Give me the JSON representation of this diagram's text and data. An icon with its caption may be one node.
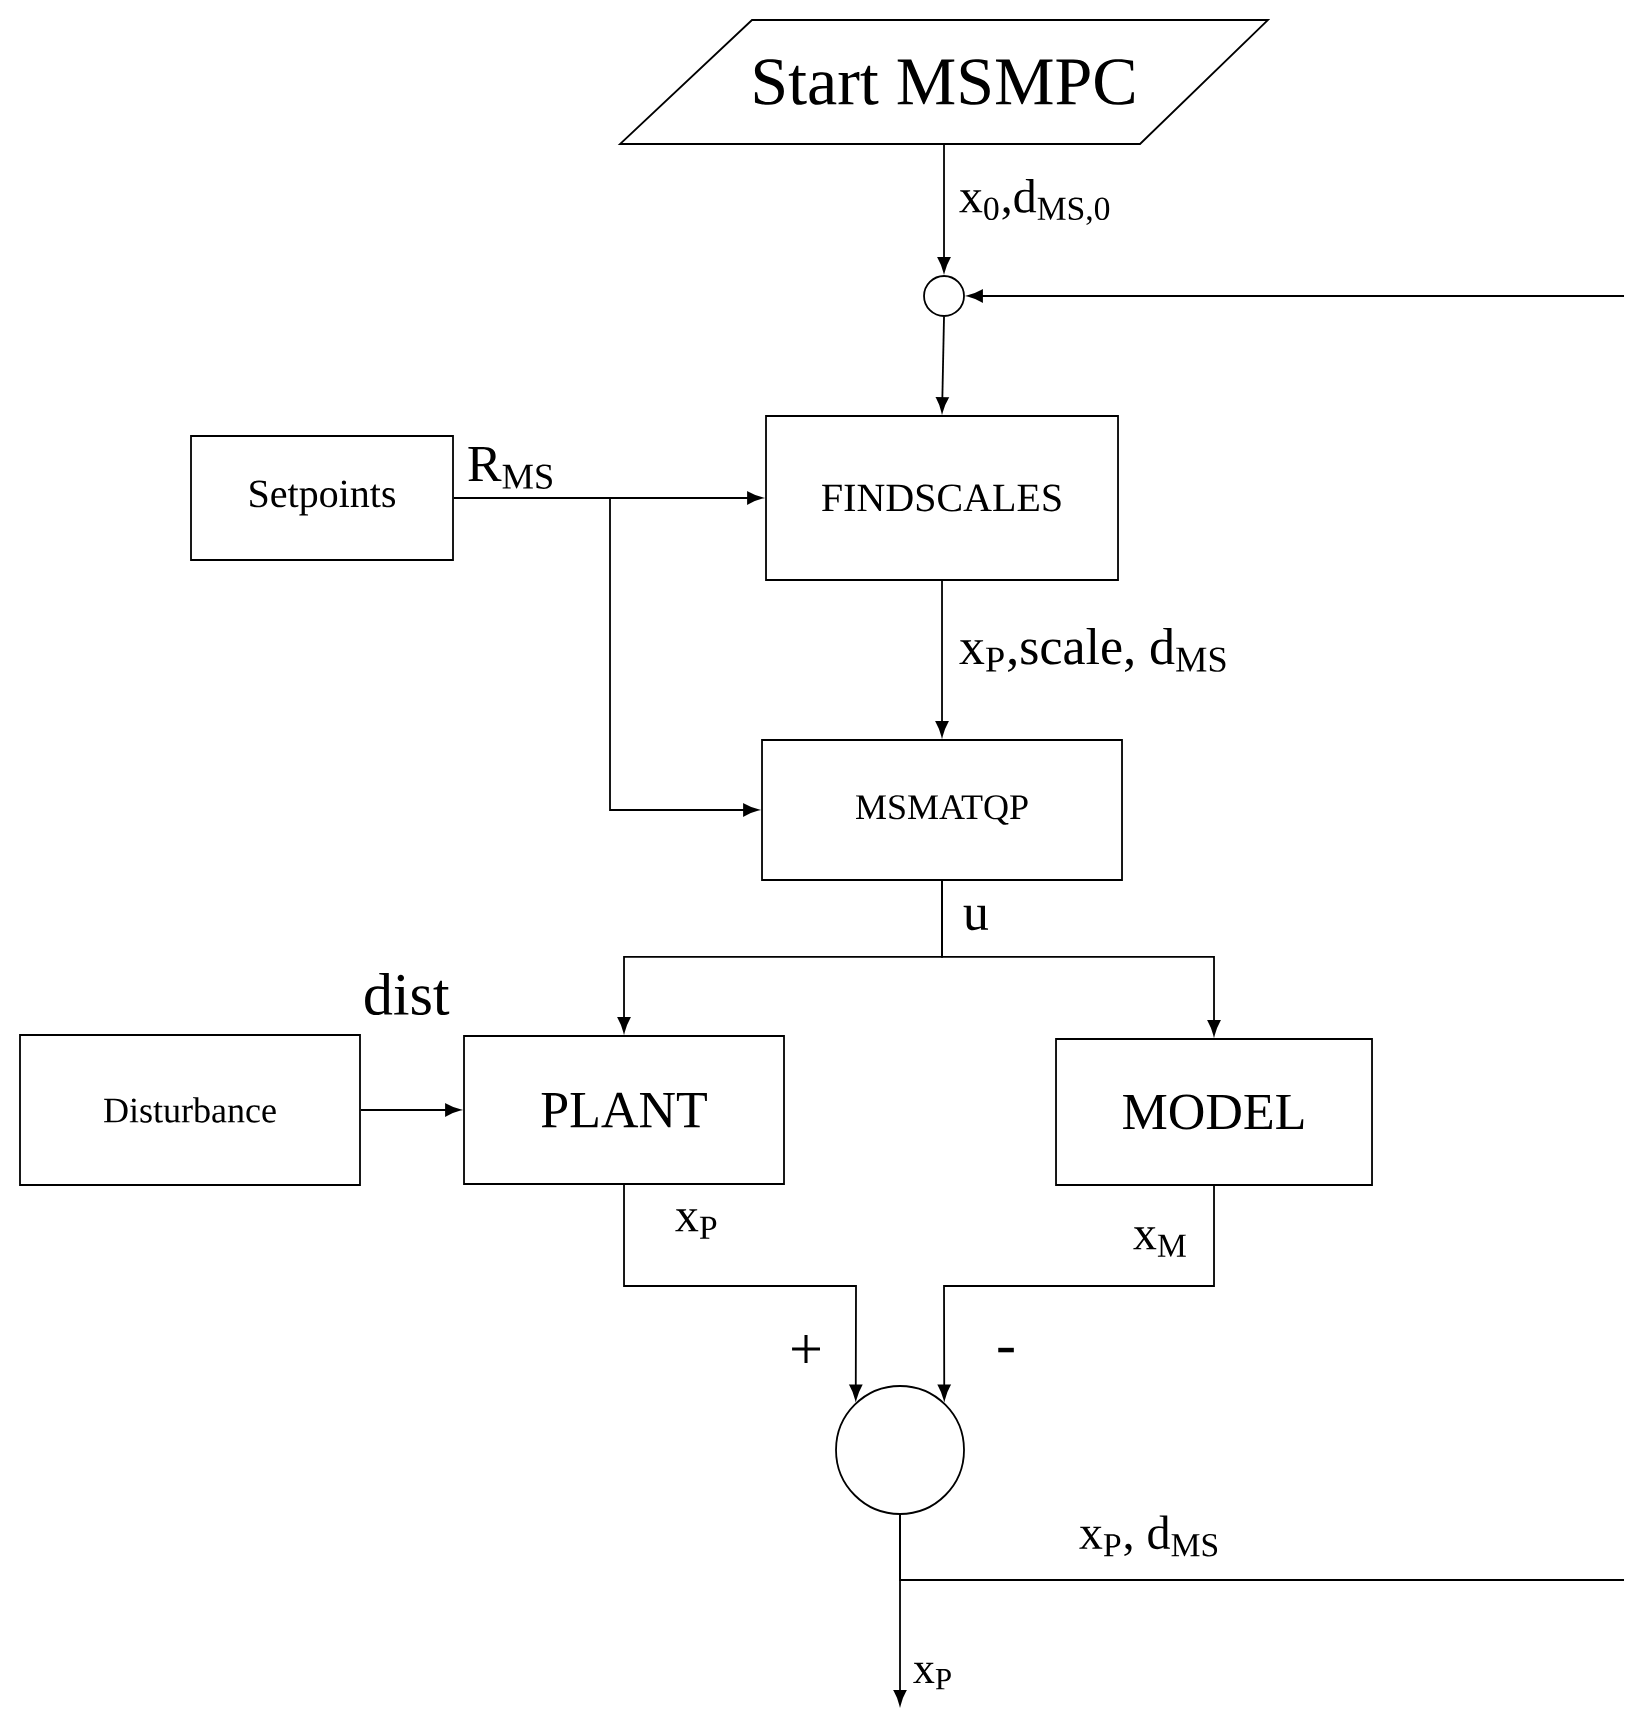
{
  "diagram": {
    "nodes": [
      {
        "text": [
          "Start MSMPC"
        ]
      },
      {
        "text": [],
        "shape": "circle"
      },
      {
        "text": [
          "Setpoints"
        ]
      },
      {
        "text": [
          "FINDSCALES"
        ]
      },
      {
        "text": [
          "MSMATQP"
        ]
      },
      {
        "text": [
          "Disturbance"
        ]
      },
      {
        "text": [
          "PLANT"
        ]
      },
      {
        "text": [
          "MODEL"
        ]
      },
      {
        "text": [],
        "shape": "circle"
      }
    ],
    "edges": [
      {
        "from": 0,
        "to": 1,
        "arrow": "to",
        "label": "x$_{0}$,d$_{MS,0}$"
      },
      {
        "from": null,
        "to": 1,
        "arrow": "to"
      },
      {
        "from": 1,
        "to": 3,
        "arrow": "to"
      },
      {
        "from": 2,
        "to": 3,
        "arrow": "to",
        "label": "R$_{MS}$"
      },
      {
        "from": 2,
        "to": 4,
        "arrow": "to"
      },
      {
        "from": 3,
        "to": 4,
        "arrow": "to",
        "label": "x$_{P}$,scale, d$_{MS}$"
      },
      {
        "from": 4,
        "to": 6,
        "arrow": "to",
        "label": "u"
      },
      {
        "from": 4,
        "to": 7,
        "arrow": "to"
      },
      {
        "from": 5,
        "to": 6,
        "arrow": "to",
        "label": "dist"
      },
      {
        "from": 6,
        "to": 8,
        "arrow": "to",
        "label": "x$_{P}$"
      },
      {
        "from": 7,
        "to": 8,
        "arrow": "to",
        "label": "x$_{M}$"
      },
      {
        "from": 8,
        "to": null,
        "arrow": "to",
        "label": "x$_{P}$"
      },
      {
        "from": 8,
        "to": null,
        "arrow": "none",
        "label": "x$_{P}$, d$_{MS}$"
      }
    ],
    "labels": [
      "+",
      "-"
    ]
  }
}
